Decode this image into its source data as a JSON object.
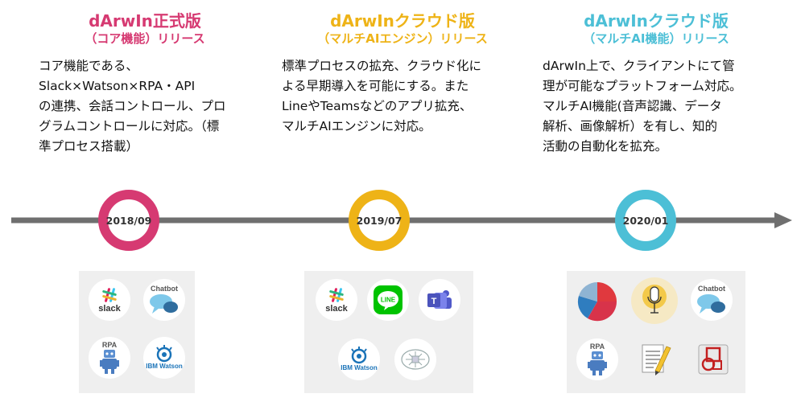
{
  "colors": {
    "pink": "#d63a72",
    "yellow": "#eeb317",
    "cyan": "#4cbfd6",
    "line": "#6f6f6f"
  },
  "releases": [
    {
      "title": "dArwIn正式版",
      "subtitle": "（コア機能）リリース",
      "description": "コア機能である、\nSlack×Watson×RPA・API\nの連携、会話コントロール、プロ\nグラムコントロールに対応。（標\n準プロセス搭載）",
      "date": "2018/09",
      "icons": [
        {
          "name": "slack-icon",
          "label": "slack"
        },
        {
          "name": "chatbot-icon",
          "label": "Chatbot"
        },
        {
          "name": "rpa-robot-icon",
          "label": "RPA"
        },
        {
          "name": "ibm-watson-icon",
          "label": "IBM Watson"
        }
      ]
    },
    {
      "title": "dArwInクラウド版",
      "subtitle": "（マルチAIエンジン）リリース",
      "description": "標準プロセスの拡充、クラウド化に\nよる早期導入を可能にする。また\nLineやTeamsなどのアプリ拡充、\nマルチAIエンジンに対応。",
      "date": "2019/07",
      "icons": [
        {
          "name": "slack-icon",
          "label": "slack"
        },
        {
          "name": "line-icon",
          "label": "LINE"
        },
        {
          "name": "teams-icon",
          "label": ""
        },
        {
          "name": "ibm-watson-icon",
          "label": "IBM Watson"
        },
        {
          "name": "microsoft-ai-icon",
          "label": ""
        }
      ]
    },
    {
      "title": "dArwInクラウド版",
      "subtitle": "（マルチAI機能）リリース",
      "description": "dArwIn上で、クライアントにて管\n理が可能なプラットフォーム対応。\nマルチAI機能(音声認識、データ\n解析、画像解析）を有し、知的\n活動の自動化を拡充。",
      "date": "2020/01",
      "icons": [
        {
          "name": "pie-chart-icon",
          "label": ""
        },
        {
          "name": "microphone-icon",
          "label": ""
        },
        {
          "name": "chatbot-icon",
          "label": "Chatbot"
        },
        {
          "name": "rpa-robot-icon",
          "label": "RPA"
        },
        {
          "name": "document-edit-icon",
          "label": ""
        },
        {
          "name": "image-analysis-icon",
          "label": ""
        }
      ]
    }
  ]
}
